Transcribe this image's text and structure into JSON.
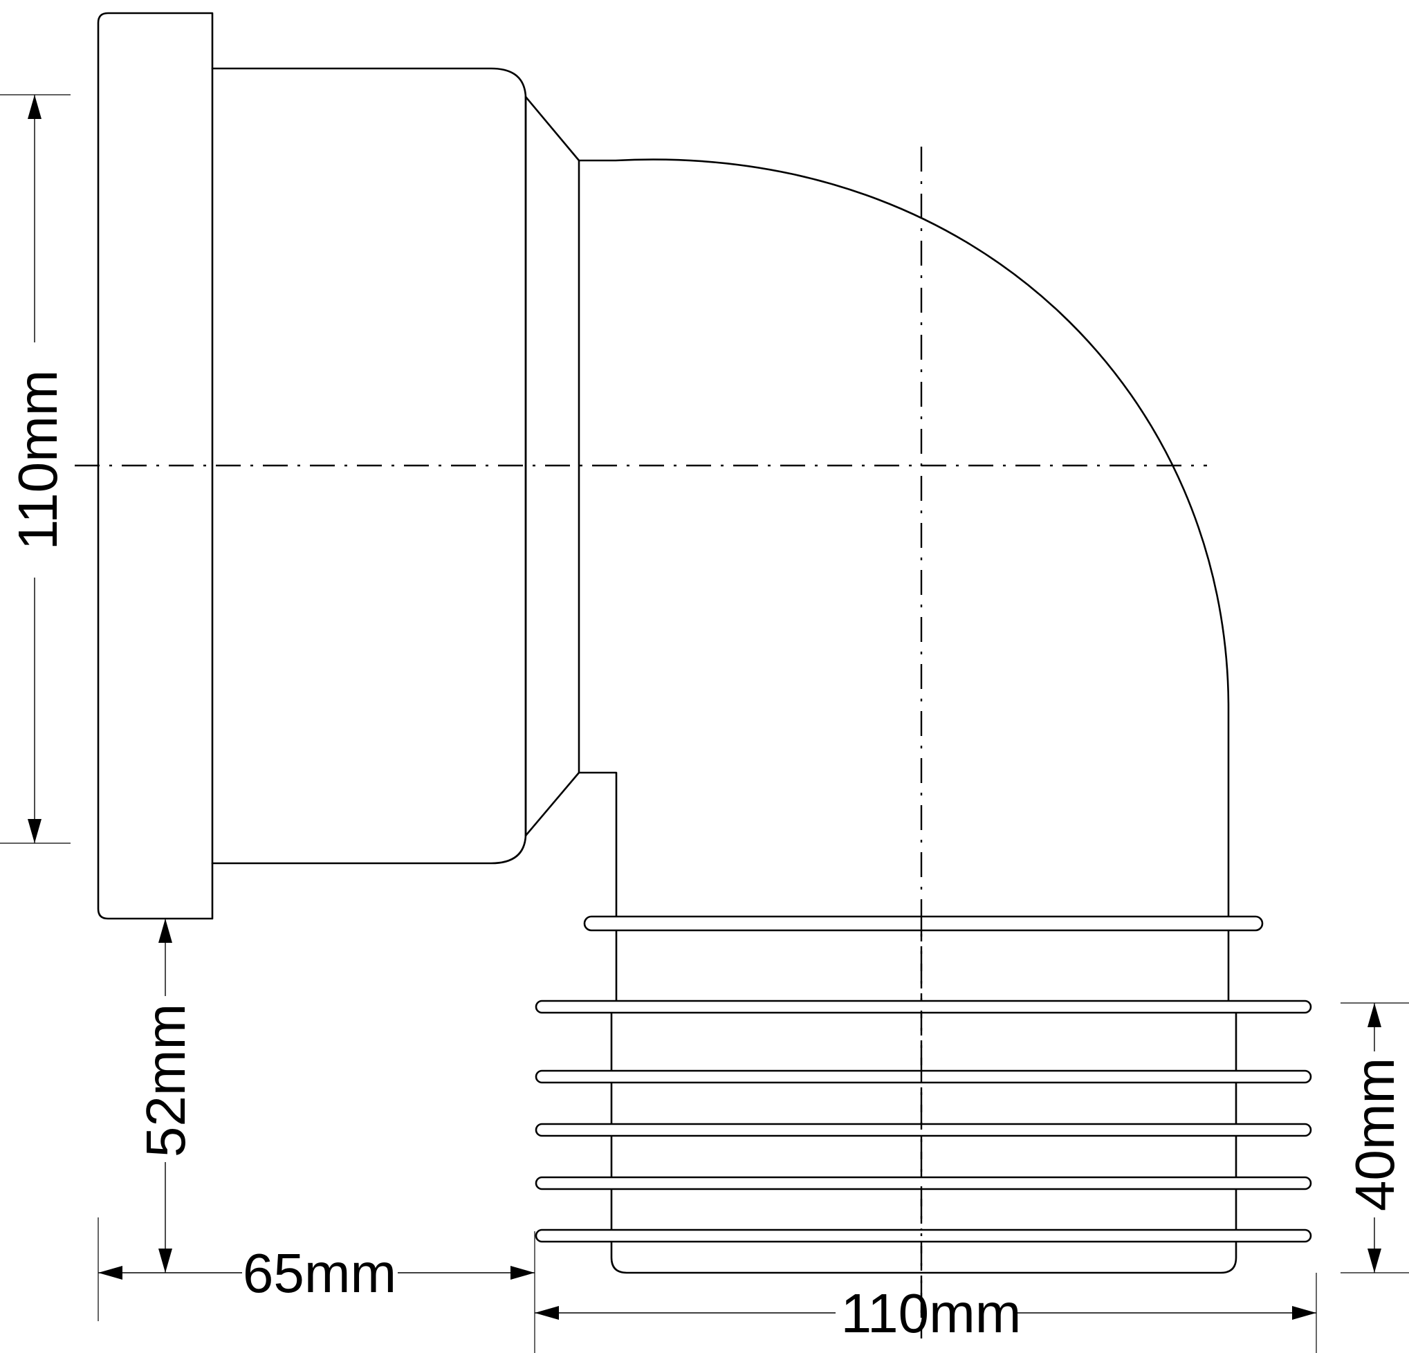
{
  "dimensions": {
    "flange_height": "110mm",
    "flange_offset": "52mm",
    "horizontal_length": "65mm",
    "outlet_diameter": "110mm",
    "outlet_depth": "40mm"
  }
}
